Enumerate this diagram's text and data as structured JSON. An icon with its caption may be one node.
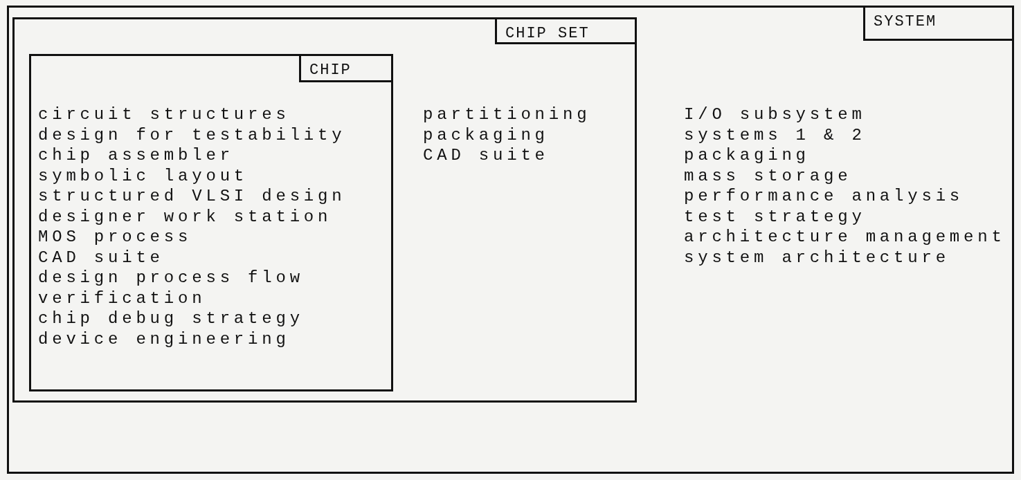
{
  "diagram": {
    "nodes": [
      {
        "text": [
          "SYSTEM",
          "I/O subsystem",
          "systems 1 & 2",
          "packaging",
          "mass storage",
          "performance analysis",
          "test strategy",
          "architecture management",
          "system architecture"
        ]
      },
      {
        "text": [
          "CHIP SET",
          "partitioning",
          "packaging",
          "CAD suite"
        ],
        "in": 0
      },
      {
        "text": [
          "CHIP",
          "circuit structures",
          "design for testability",
          "chip assembler",
          "symbolic layout",
          "structured VLSI design",
          "designer work station",
          "MOS process",
          "CAD suite",
          "design process flow",
          "verification",
          "chip debug strategy",
          "device engineering"
        ],
        "in": 1
      }
    ]
  }
}
